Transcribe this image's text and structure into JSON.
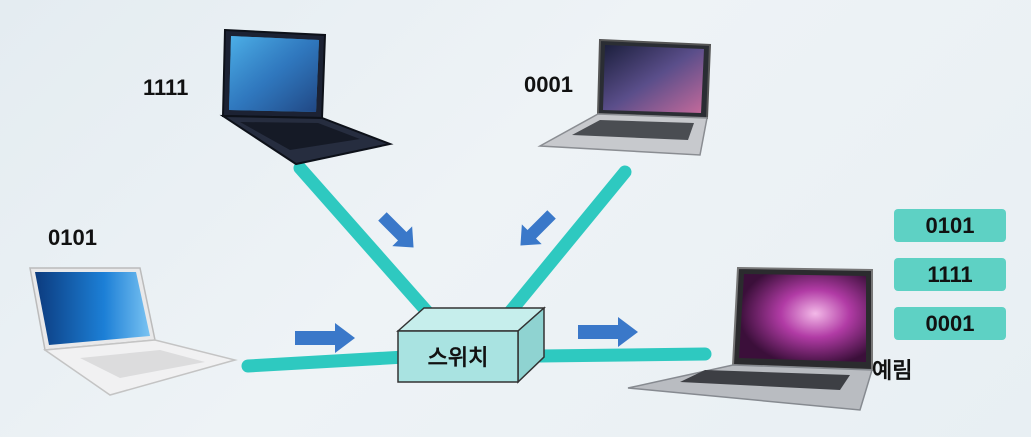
{
  "diagram": {
    "switch_label": "스위치",
    "nodes": [
      {
        "id": "top-left",
        "label": "1111"
      },
      {
        "id": "top-right",
        "label": "0001"
      },
      {
        "id": "left",
        "label": "0101"
      },
      {
        "id": "right",
        "label": "예림"
      }
    ],
    "queue": [
      "0101",
      "1111",
      "0001"
    ],
    "colors": {
      "line": "#2ec9c0",
      "arrow": "#3a78c9",
      "switch_front": "#a9e3e1",
      "switch_top": "#c6eeec",
      "switch_side": "#8fd3d1",
      "queue_box": "#5ed1c4"
    }
  }
}
